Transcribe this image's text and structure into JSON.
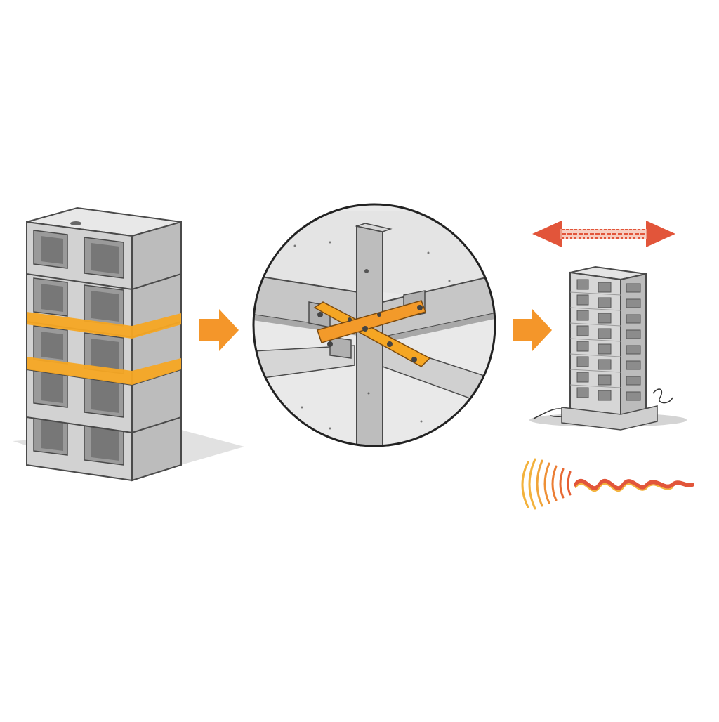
{
  "diagram": {
    "panels": [
      {
        "id": "stacked-blocks",
        "block_count": 5,
        "reinforcement_bands": 2
      },
      {
        "id": "joint-detail",
        "shape": "circle",
        "bracing": "cross"
      },
      {
        "id": "tower-building",
        "floors": 8,
        "motion": "lateral sway"
      }
    ],
    "flow_arrows": 2,
    "colors": {
      "background": "#ffffff",
      "concrete_light": "#e4e4e4",
      "concrete_mid": "#d2d2d2",
      "concrete_dark": "#bcbcbc",
      "outline": "#4a4a4a",
      "band_orange": "#f5a623",
      "arrow_orange": "#f4962a",
      "sway_arrow_red": "#e2553a",
      "wave_yellow": "#f3b23c",
      "wave_red": "#e2553a"
    },
    "icons": [
      "flow-arrow-icon",
      "double-arrow-icon",
      "seismic-wave-icon"
    ]
  }
}
